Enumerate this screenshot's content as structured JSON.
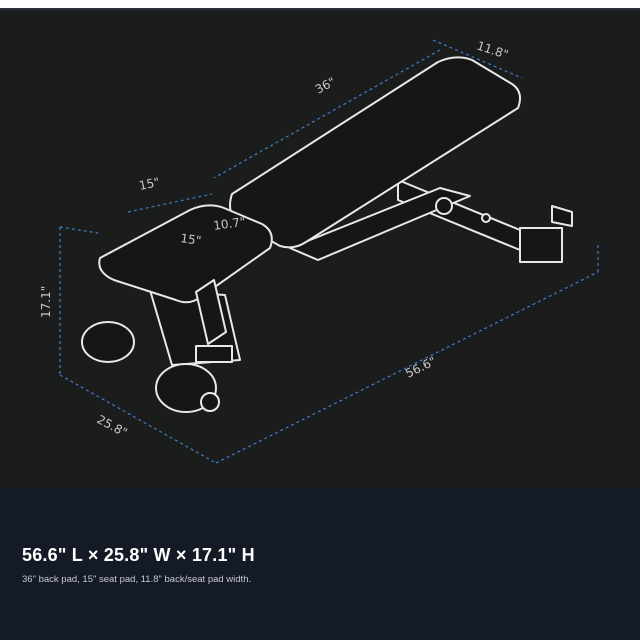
{
  "diagram": {
    "dimensions": {
      "back_pad_width": "11.8\"",
      "back_pad_length": "36\"",
      "seat_pad_length_upper": "15\"",
      "seat_pad_width": "10.7\"",
      "seat_pad_length_inner": "15\"",
      "height": "17.1\"",
      "overall_length": "56.6\"",
      "overall_width": "25.8\""
    },
    "colors": {
      "background": "#1b1c1c",
      "outline": "#e8e8e8",
      "dimension_line": "#3d7fc4"
    }
  },
  "caption": {
    "title": "56.6\" L × 25.8\" W × 17.1\" H",
    "description": "36\" back pad, 15\" seat pad, 11.8\" back/seat pad width."
  }
}
